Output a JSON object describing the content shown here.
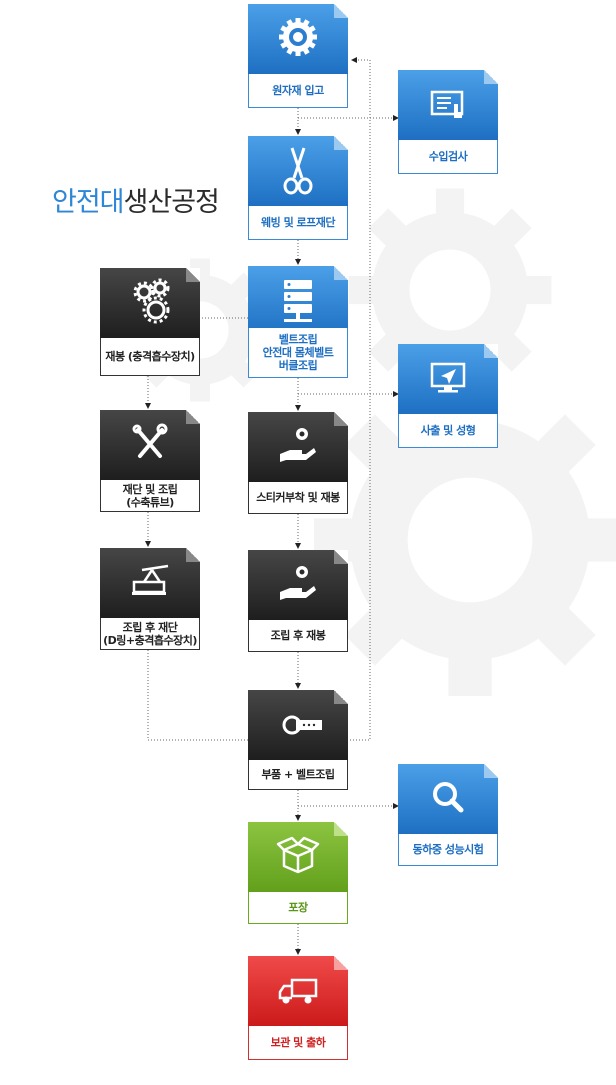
{
  "title": {
    "highlight": "안전대",
    "rest": "생산공정"
  },
  "colors": {
    "blue": "#2e86d6",
    "dark": "#2a2a2a",
    "green": "#76b32c",
    "red": "#e02a2a"
  },
  "nodes": {
    "raw_material": {
      "label": "원자재 입고",
      "icon": "gear-icon"
    },
    "incoming_inspection": {
      "label": "수입검사",
      "icon": "monitor-touch-icon"
    },
    "webbing_cut": {
      "label": "웨빙 및 로프재단",
      "icon": "scissors-icon"
    },
    "belt_assembly": {
      "label": "벨트조립\n안전대 몸체벨트\n버클조립",
      "icon": "server-icon"
    },
    "sewing_absorber": {
      "label": "재봉 (충격흡수장치)",
      "icon": "gears-icon"
    },
    "injection": {
      "label": "사출 및 성형",
      "icon": "monitor-arrow-icon"
    },
    "cut_assembly": {
      "label": "재단 및 조립\n(수축튜브)",
      "icon": "tools-icon"
    },
    "sticker_sewing": {
      "label": "스티커부착 및 재봉",
      "icon": "hand-gear-icon"
    },
    "post_assembly_cut": {
      "label": "조립 후 재단\n(D링+충격흡수장치)",
      "icon": "oil-pump-icon"
    },
    "post_assembly_sewing": {
      "label": "조립 후 재봉",
      "icon": "hand-gear-icon"
    },
    "parts_belt": {
      "label": "부품 + 벨트조립",
      "icon": "buckle-icon"
    },
    "winter_test": {
      "label": "동하중 성능시험",
      "icon": "magnifier-icon"
    },
    "packaging": {
      "label": "포장",
      "icon": "box-icon"
    },
    "storage_shipping": {
      "label": "보관 및 출하",
      "icon": "truck-icon"
    }
  }
}
